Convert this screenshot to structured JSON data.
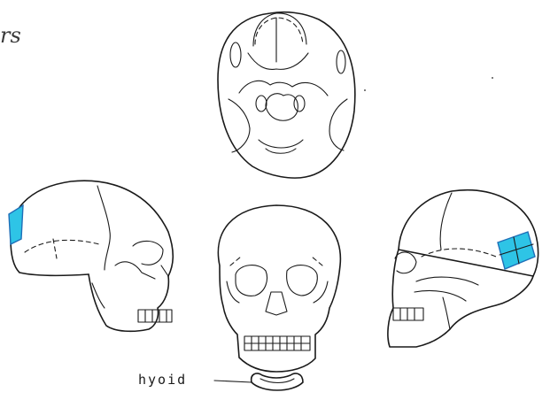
{
  "labels": {
    "hyoid": "hyoid",
    "corner_handwriting": "rs"
  },
  "colors": {
    "highlight": "#2ec4e6",
    "ink": "#1a1a1a",
    "background": "#ffffff"
  },
  "views": [
    "inferior-view",
    "left-lateral-view",
    "anterior-view",
    "right-lateral-view"
  ]
}
